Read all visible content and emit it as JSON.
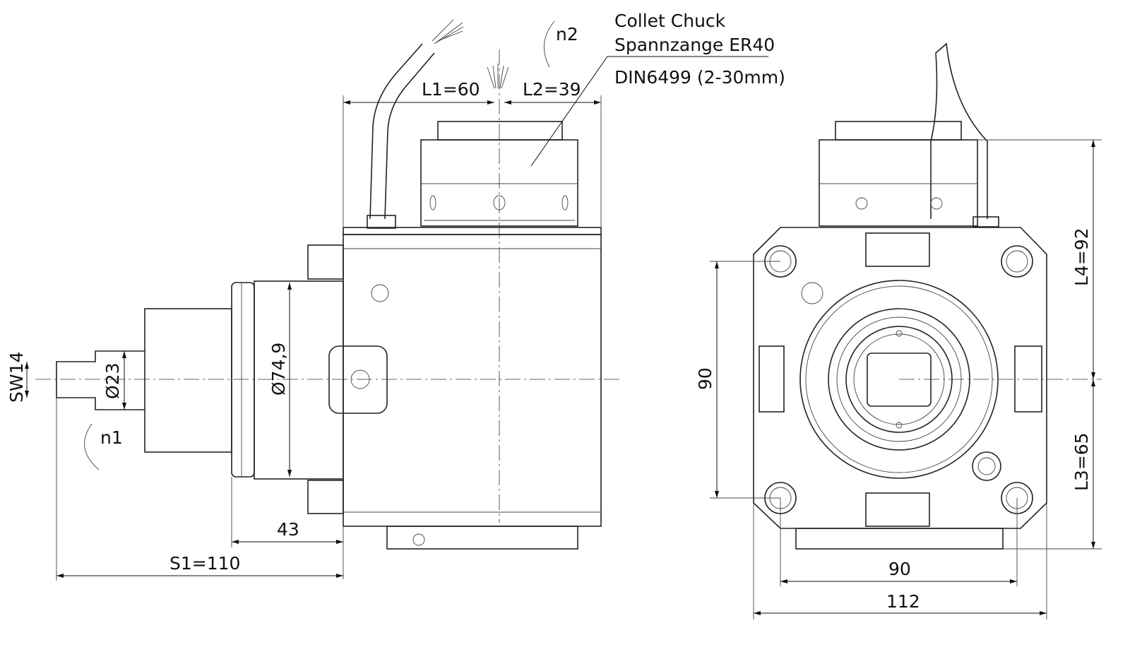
{
  "callout": {
    "line1": "Collet Chuck",
    "line2": "Spannzange ER40",
    "line3": "DIN6499 (2-30mm)"
  },
  "side_view": {
    "rotation_top": "n2",
    "rotation_left": "n1",
    "dim_l1": "L1=60",
    "dim_l2": "L2=39",
    "dim_sw": "SW14",
    "dim_d23": "Ø23",
    "dim_d749": "Ø74,9",
    "dim_43": "43",
    "dim_s1": "S1=110"
  },
  "front_view": {
    "dim_90_vertical": "90",
    "dim_l4": "L4=92",
    "dim_l3": "L3=65",
    "dim_90_horizontal": "90",
    "dim_112": "112"
  }
}
